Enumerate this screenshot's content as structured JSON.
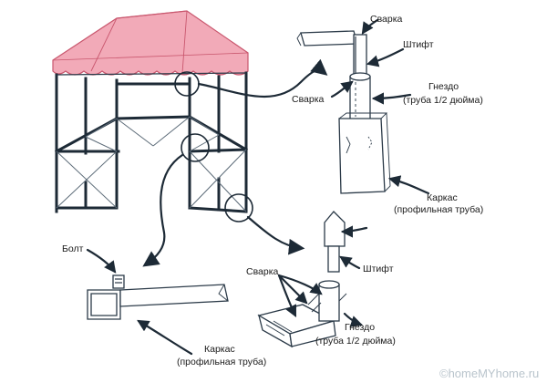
{
  "labels": {
    "weld_top": "Сварка",
    "pin_top": "Штифт",
    "weld_mid": "Сварка",
    "socket_top_line1": "Гнездо",
    "socket_top_line2": "(труба 1/2 дюйма)",
    "frame_right_line1": "Каркас",
    "frame_right_line2": "(профильная труба)",
    "bolt": "Болт",
    "frame_bottom_line1": "Каркас",
    "frame_bottom_line2": "(профильная труба)",
    "weld_bottom": "Сварка",
    "pin_bottom": "Штифт",
    "socket_bottom_line1": "Гнездо",
    "socket_bottom_line2": "(труба 1/2 дюйма)"
  },
  "watermark": "©homeMYhome.ru",
  "colors": {
    "roof_fill": "#f2aab8",
    "roof_stroke": "#c9576e",
    "frame": "#1d2a36"
  }
}
